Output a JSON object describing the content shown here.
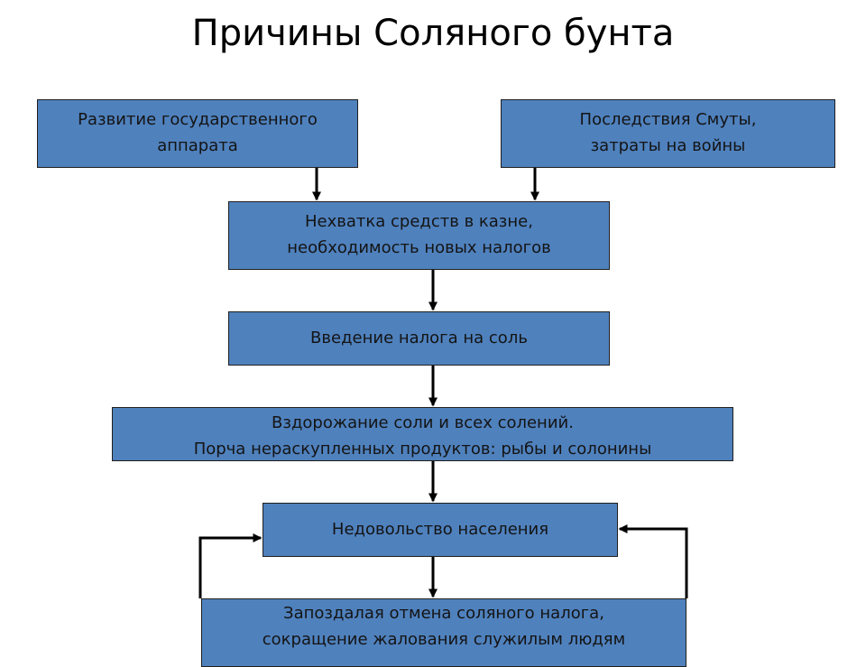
{
  "slide": {
    "title": "Причины Соляного бунта"
  },
  "boxes": {
    "state_apparatus": "Развитие государственного\nаппарата",
    "time_of_troubles": "Последствия Смуты,\nзатраты на войны",
    "treasury_shortage": "Нехватка средств в казне,\nнеобходимость новых налогов",
    "salt_tax": "Введение налога на соль",
    "price_rise": "Вздорожание соли и всех солений.\nПорча нераскупленных продуктов: рыбы и солонины",
    "discontent": "Недовольство населения",
    "tax_repeal": "Запоздалая отмена соляного налога,\nсокращение жалования служилым людям"
  },
  "colors": {
    "box_fill": "#4f81bd",
    "box_border": "#1f1f1f",
    "arrow": "#000000"
  }
}
